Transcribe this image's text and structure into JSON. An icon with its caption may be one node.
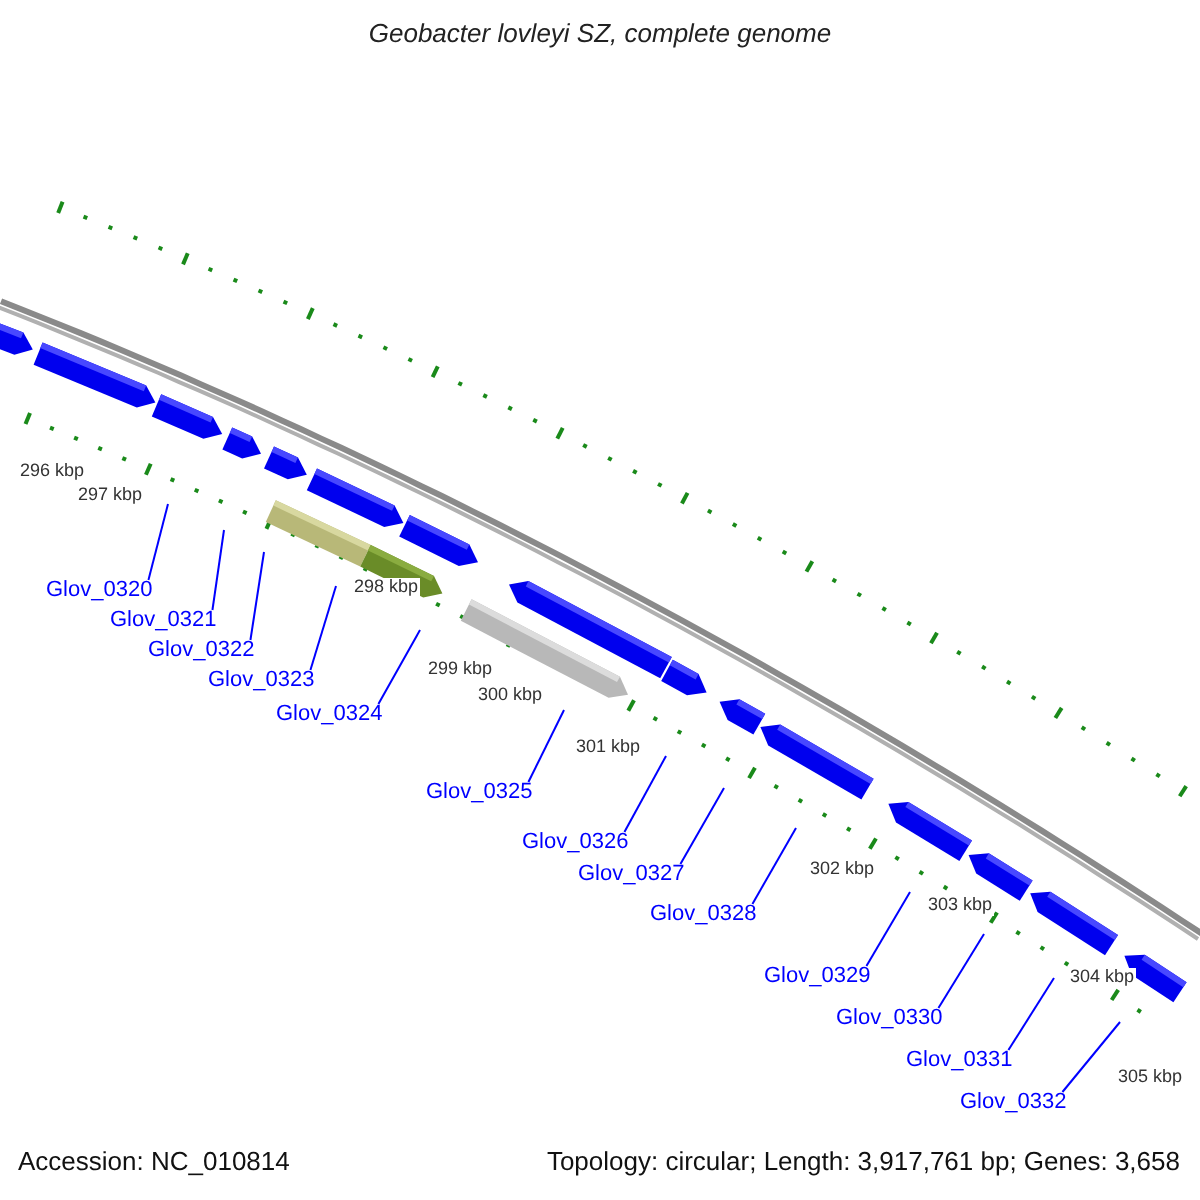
{
  "diagram": {
    "title": "Geobacter lovleyi SZ, complete genome",
    "nodes": [
      {
        "text": [
          "Glov_0320"
        ]
      },
      {
        "text": [
          "Glov_0321"
        ]
      },
      {
        "text": [
          "Glov_0322"
        ]
      },
      {
        "text": [
          "Glov_0323"
        ]
      },
      {
        "text": [
          "Glov_0324"
        ]
      },
      {
        "text": [
          "Glov_0325"
        ]
      },
      {
        "text": [
          "Glov_0326"
        ]
      },
      {
        "text": [
          "Glov_0327"
        ]
      },
      {
        "text": [
          "Glov_0328"
        ]
      },
      {
        "text": [
          "Glov_0329"
        ]
      },
      {
        "text": [
          "Glov_0330"
        ]
      },
      {
        "text": [
          "Glov_0331"
        ]
      },
      {
        "text": [
          "Glov_0332"
        ]
      }
    ],
    "edges": [
      {
        "from": 0,
        "to": null,
        "arrow": "none"
      },
      {
        "from": 1,
        "to": null,
        "arrow": "none"
      },
      {
        "from": 2,
        "to": null,
        "arrow": "none"
      },
      {
        "from": 3,
        "to": null,
        "arrow": "none"
      },
      {
        "from": 4,
        "to": null,
        "arrow": "none"
      },
      {
        "from": 5,
        "to": null,
        "arrow": "none"
      },
      {
        "from": 6,
        "to": null,
        "arrow": "none"
      },
      {
        "from": 7,
        "to": null,
        "arrow": "none"
      },
      {
        "from": 8,
        "to": null,
        "arrow": "none"
      },
      {
        "from": 9,
        "to": null,
        "arrow": "none"
      },
      {
        "from": 10,
        "to": null,
        "arrow": "none"
      },
      {
        "from": 11,
        "to": null,
        "arrow": "none"
      },
      {
        "from": 12,
        "to": null,
        "arrow": "none"
      }
    ],
    "labels": [
      "296 kbp",
      "297 kbp",
      "298 kbp",
      "299 kbp",
      "300 kbp",
      "301 kbp",
      "302 kbp",
      "303 kbp",
      "304 kbp",
      "305 kbp",
      "Accession: NC_010814",
      "Topology: circular; Length: 3,917,761 bp; Genes: 3,658"
    ]
  }
}
